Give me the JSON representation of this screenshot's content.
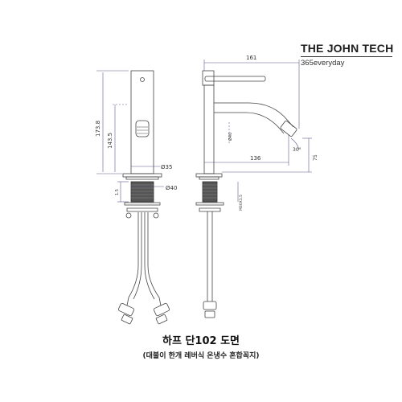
{
  "brand": {
    "name": "THE JOHN TECH",
    "tagline": "365everyday"
  },
  "title": "하프 단102 도면",
  "subtitle": "(대불이 한개 레버식 온냉수 혼합꼭지)",
  "dimensions": {
    "overall_height": "173.8",
    "body_height": "143.5",
    "base_diameter": "Ø35",
    "flange_diameter": "Ø40",
    "overall_length": "161",
    "spout_reach": "136",
    "spout_outlet_height": "75",
    "spout_angle": "30°",
    "thread_left": "1.5",
    "thread_right": "M30X1.5",
    "spout_ref": "Ø40"
  }
}
